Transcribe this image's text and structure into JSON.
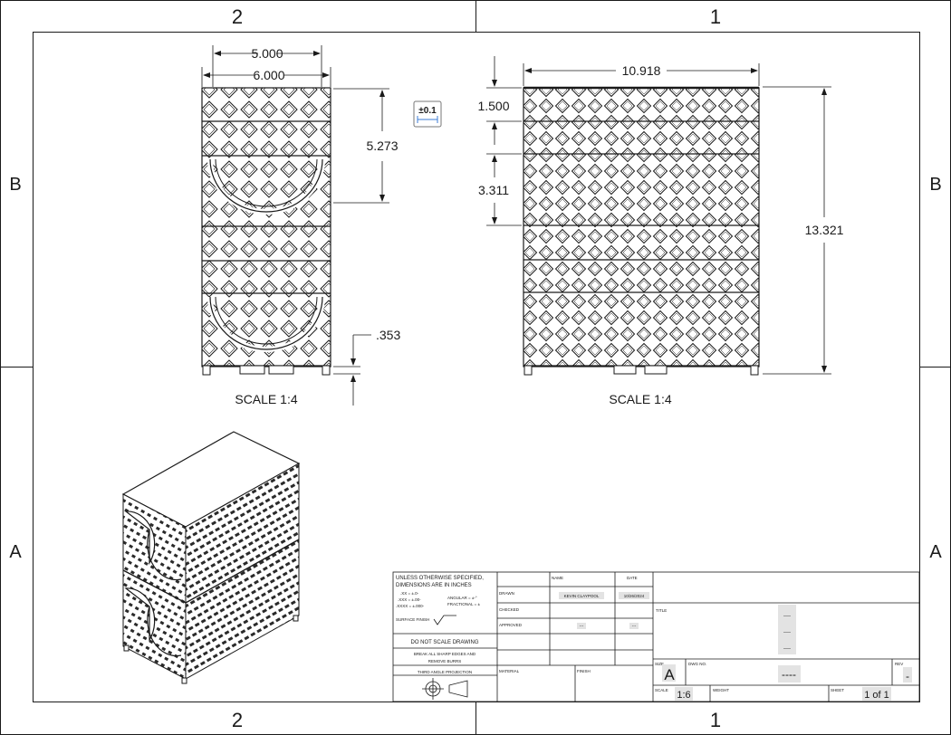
{
  "zones": {
    "columns": [
      "2",
      "1"
    ],
    "rows": [
      "B",
      "A"
    ]
  },
  "views": {
    "side_scale": "SCALE 1:4",
    "front_scale": "SCALE 1:4"
  },
  "dimensions": {
    "width_inner": "5.000",
    "width_outer": "6.000",
    "side_height": "5.273",
    "foot_height": ".353",
    "front_width": "10.918",
    "front_band": "1.500",
    "front_section": "3.311",
    "total_height": "13.321"
  },
  "tolerance_badge": "±0.1",
  "title_block": {
    "unless_specified": "UNLESS OTHERWISE SPECIFIED,",
    "dimensions_in": "DIMENSIONS ARE IN INCHES",
    "tol_xx": ".XX = ±.0-",
    "tol_xxx": ".XXX = ±.00-",
    "tol_xxxx": ".XXXX = ±.000-",
    "tol_angular": "ANGULAR = ±-°",
    "tol_fractional": "FRACTIONAL = ±",
    "surface_finish": "SURFACE FINISH",
    "do_not_scale": "DO NOT SCALE DRAWING",
    "break_edges_1": "BREAK ALL SHARP EDGES AND",
    "break_edges_2": "REMOVE BURRS",
    "projection": "THIRD ANGLE PROJECTION",
    "col_name": "NAME",
    "col_date": "DATE",
    "row_drawn": "DRAWN",
    "row_checked": "CHECKED",
    "row_approved": "APPROVED",
    "drawn_name": "KEVIN CLAYPOOL",
    "drawn_date": "10/26/2024",
    "approved_name": "---",
    "approved_date": "---",
    "material_label": "MATERIAL",
    "finish_label": "FINISH",
    "title_label": "TITLE",
    "title_line_1": "----",
    "title_line_2": "----",
    "title_line_3": "----",
    "size_label": "SIZE",
    "size_value": "A",
    "dwg_no_label": "DWG NO.",
    "dwg_no_value": "----",
    "rev_label": "REV",
    "rev_value": "-",
    "scale_label": "SCALE",
    "scale_value": "1:6",
    "weight_label": "WEIGHT",
    "sheet_label": "SHEET",
    "sheet_value": "1 of 1"
  }
}
